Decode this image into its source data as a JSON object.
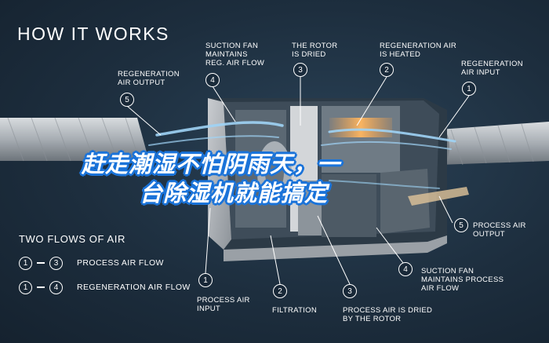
{
  "title": "HOW IT WORKS",
  "callouts": [
    {
      "num": "5",
      "text": "REGENERATION\nAIR OUTPUT"
    },
    {
      "num": "4",
      "text": "SUCTION FAN\nMAINTAINS\nREG. AIR FLOW"
    },
    {
      "num": "3",
      "text": "THE ROTOR\nIS DRIED"
    },
    {
      "num": "2",
      "text": "REGENERATION AIR\nIS HEATED"
    },
    {
      "num": "1",
      "text": "REGENERATION\nAIR INPUT"
    },
    {
      "num": "5",
      "text": "PROCESS AIR\nOUTPUT"
    },
    {
      "num": "4",
      "text": "SUCTION FAN\nMAINTAINS PROCESS\nAIR FLOW"
    },
    {
      "num": "1",
      "text": "PROCESS AIR\nINPUT"
    },
    {
      "num": "2",
      "text": "FILTRATION"
    },
    {
      "num": "3",
      "text": "PROCESS AIR IS DRIED\nBY THE ROTOR"
    }
  ],
  "flows": {
    "title": "TWO FLOWS OF AIR",
    "rows": [
      {
        "from": "1",
        "to": "3",
        "label": "PROCESS AIR FLOW"
      },
      {
        "from": "1",
        "to": "4",
        "label": "REGENERATION AIR FLOW"
      }
    ]
  },
  "overlay": {
    "line1": "赶走潮湿不怕阴雨天，一",
    "line2": "台除湿机就能搞定",
    "outline_color": "#1a73d9"
  },
  "colors": {
    "background": "#1e2f3f",
    "duct": "#b9bec4",
    "airflow": "#9fd3f5"
  }
}
